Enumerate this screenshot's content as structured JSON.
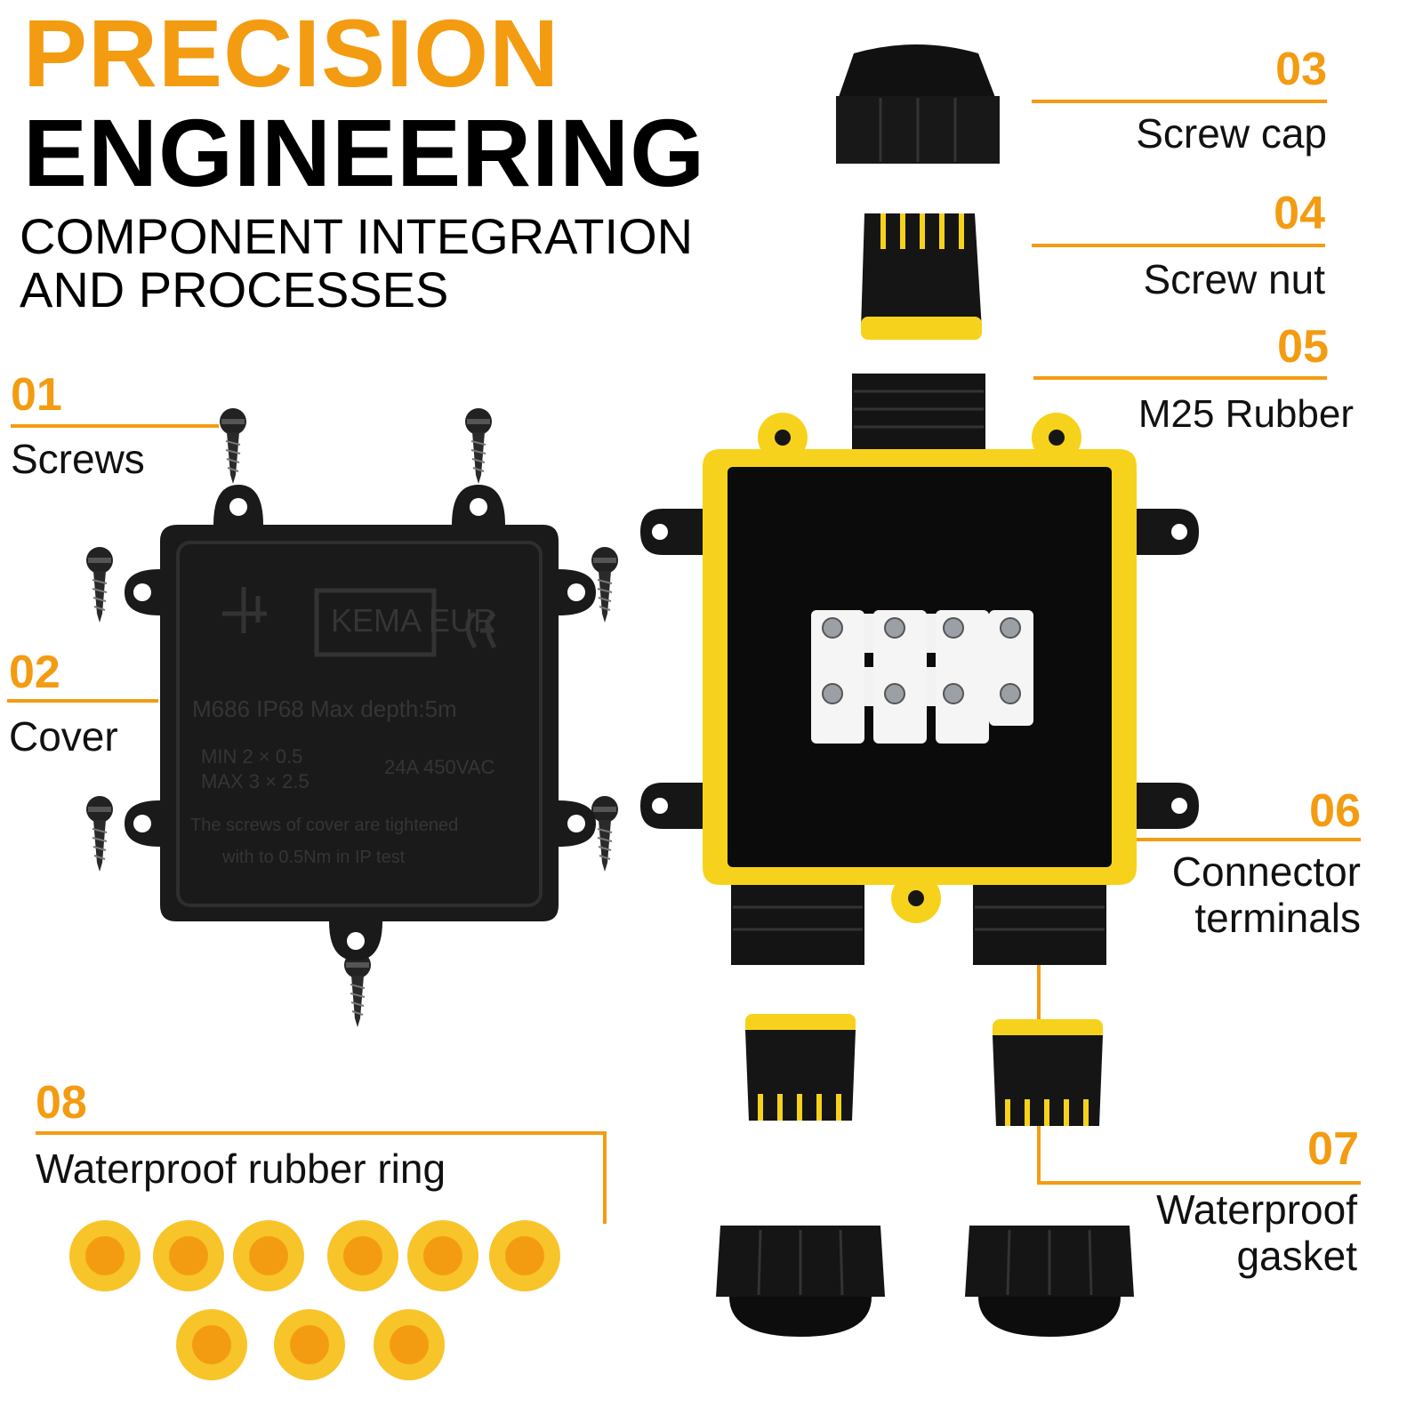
{
  "heading": {
    "line1": "PRECISION",
    "line2": "ENGINEERING",
    "sub1": "COMPONENT INTEGRATION",
    "sub2": "AND PROCESSES"
  },
  "labels": [
    {
      "num": "01",
      "text": "Screws"
    },
    {
      "num": "02",
      "text": "Cover"
    },
    {
      "num": "03",
      "text": "Screw cap"
    },
    {
      "num": "04",
      "text": "Screw nut"
    },
    {
      "num": "05",
      "text": "M25 Rubber"
    },
    {
      "num": "06",
      "text1": "Connector",
      "text2": "terminals"
    },
    {
      "num": "07",
      "text1": "Waterproof",
      "text2": "gasket"
    },
    {
      "num": "08",
      "text": "Waterproof rubber ring"
    }
  ],
  "cover_markings": {
    "brand": "KEMA EUR",
    "ce": "CE",
    "line1": "M686   IP68   Max   depth:5m",
    "min": "MIN   2 × 0.5",
    "max": "MAX   3 × 2.5",
    "rating": "24A  450VAC",
    "note1": "The screws of cover are tightened",
    "note2": "with to 0.5Nm in IP test"
  },
  "colors": {
    "accent": "#f39c12",
    "yellow": "#f7d21c",
    "black": "#111111",
    "white": "#ffffff"
  }
}
